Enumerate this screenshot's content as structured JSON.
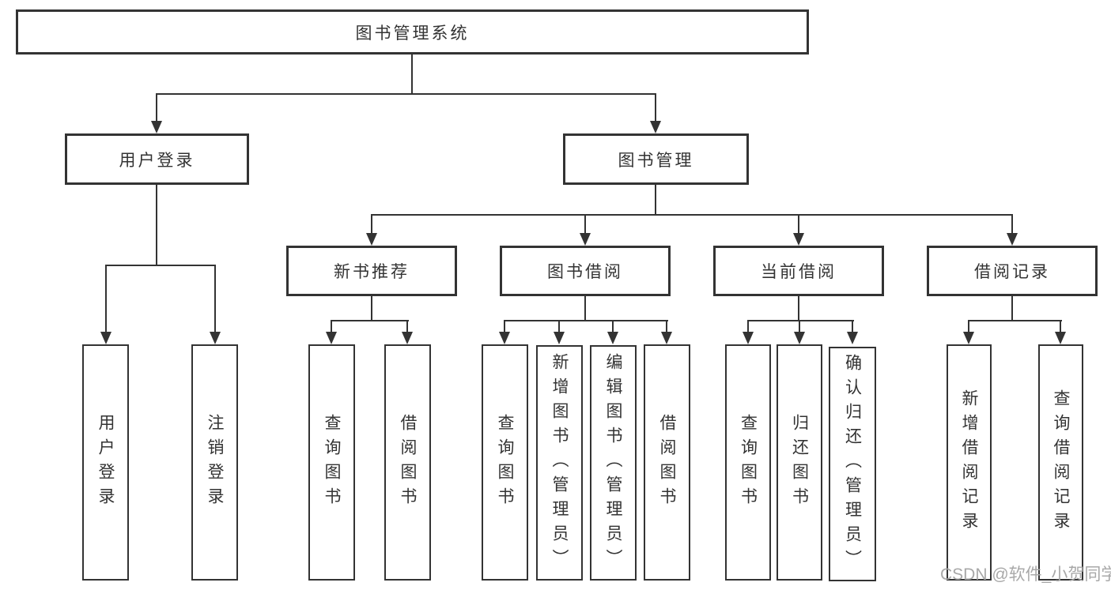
{
  "diagram_title": "图书管理系统",
  "nodes": {
    "root": "图书管理系统",
    "user_login": "用户登录",
    "book_management": "图书管理",
    "new_book_recommend": "新书推荐",
    "book_borrow": "图书借阅",
    "current_borrow": "当前借阅",
    "borrow_record": "借阅记录",
    "leaf_user_login": "用户登录",
    "leaf_logout": "注销登录",
    "leaf_nbr_query_book": "查询图书",
    "leaf_nbr_borrow_book": "借阅图书",
    "leaf_bb_query_book": "查询图书",
    "leaf_bb_add_book": "新增图书（管理员）",
    "leaf_bb_edit_book": "编辑图书（管理员）",
    "leaf_bb_borrow_book": "借阅图书",
    "leaf_cb_query_book": "查询图书",
    "leaf_cb_return_book": "归还图书",
    "leaf_cb_confirm_return": "确认归还（管理员）",
    "leaf_br_add_record": "新增借阅记录",
    "leaf_br_query_record": "查询借阅记录"
  },
  "watermark": "CSDN @软件_小贺同学",
  "colors": {
    "line": "#333333",
    "text": "#333333",
    "box_background": "#ffffff",
    "page_background": "#ffffff",
    "watermark": "#a8a8a8"
  }
}
